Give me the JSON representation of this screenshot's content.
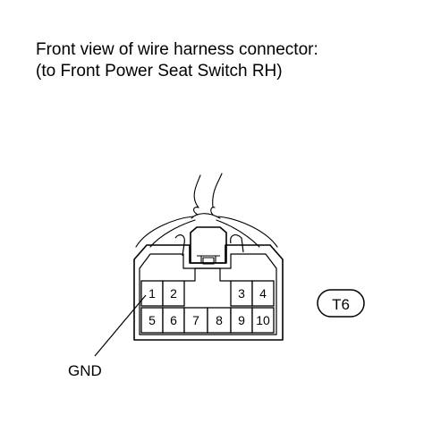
{
  "caption": {
    "line1": "Front view of wire harness connector:",
    "line2": "(to Front Power Seat Switch RH)"
  },
  "connector": {
    "code": "T6",
    "top_pins": [
      {
        "id": "pin-1",
        "label": "1"
      },
      {
        "id": "pin-2",
        "label": "2"
      },
      {
        "id": "pin-3",
        "label": "3"
      },
      {
        "id": "pin-4",
        "label": "4"
      }
    ],
    "bottom_pins": [
      {
        "id": "pin-5",
        "label": "5"
      },
      {
        "id": "pin-6",
        "label": "6"
      },
      {
        "id": "pin-7",
        "label": "7"
      },
      {
        "id": "pin-8",
        "label": "8"
      },
      {
        "id": "pin-9",
        "label": "9"
      },
      {
        "id": "pin-10",
        "label": "10"
      }
    ]
  },
  "callouts": {
    "gnd": "GND"
  }
}
